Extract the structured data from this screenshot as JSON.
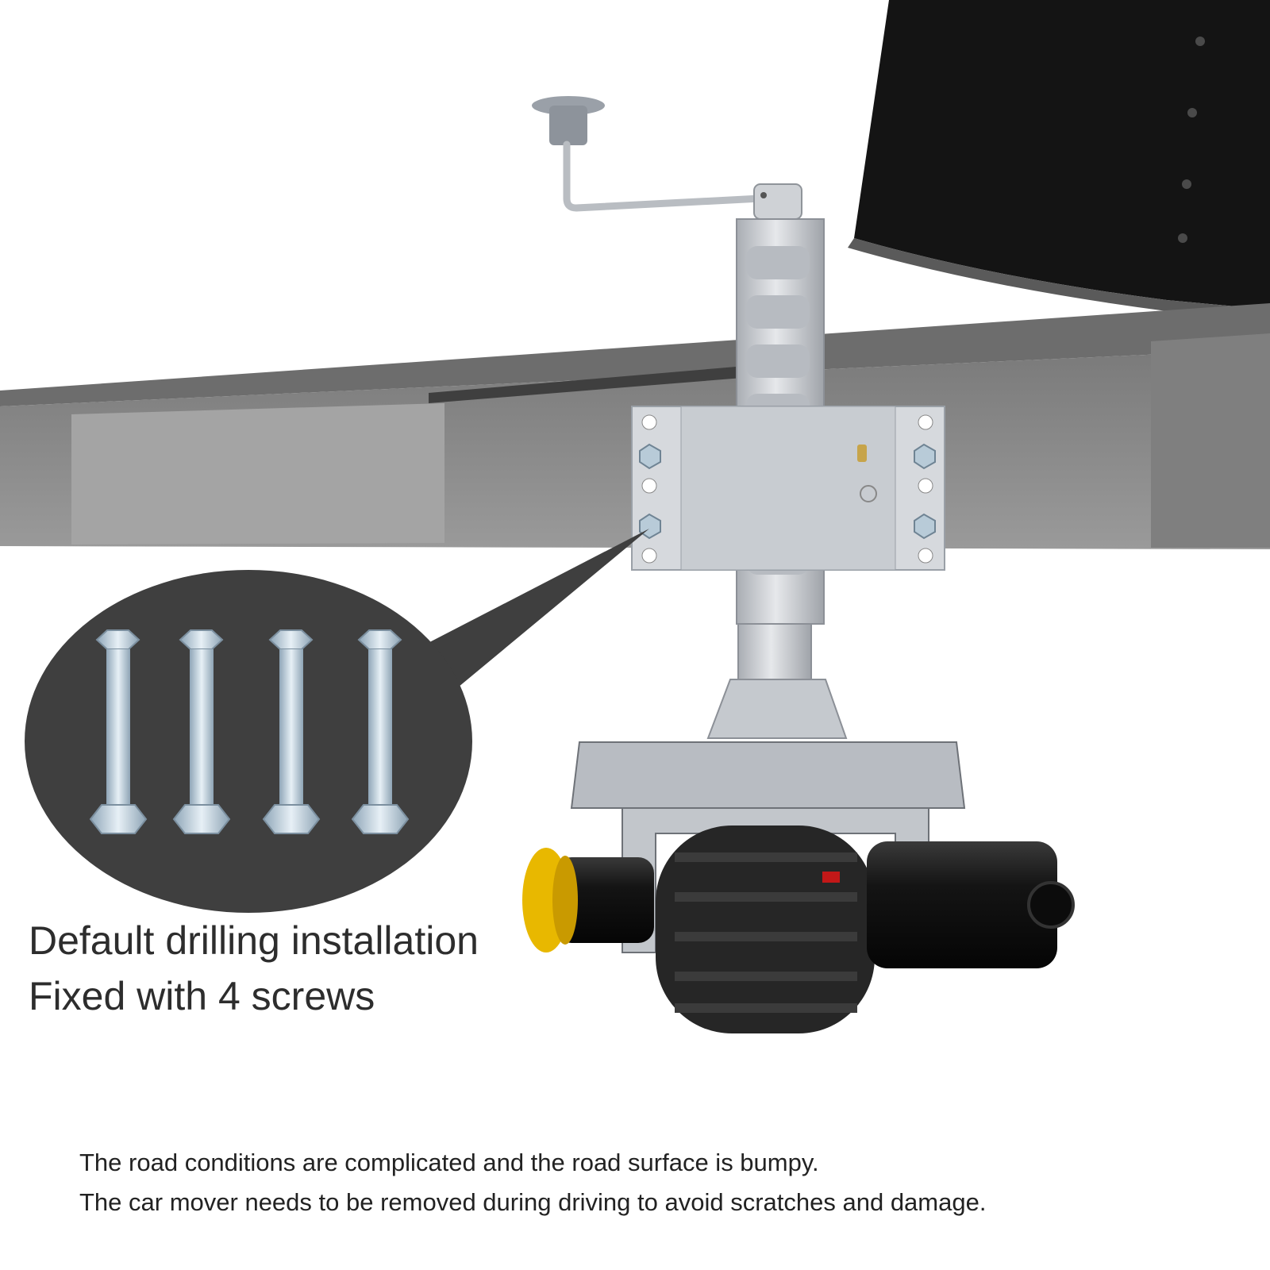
{
  "captions": {
    "headline_line1": "Default drilling installation",
    "headline_line2": "Fixed with 4 screws",
    "note_line1": "The road conditions are complicated and the road surface is bumpy.",
    "note_line2": "The car mover needs to be removed during driving to avoid scratches and damage."
  },
  "colors": {
    "background": "#ffffff",
    "callout_bubble": "#3f3f3f",
    "trailer_body": "#141414",
    "chassis_beam": "#8e8e8e",
    "steel": "#c9ccd1",
    "tyre": "#262626",
    "yellow_cap": "#e8b800"
  },
  "callout": {
    "screw_count": 4
  }
}
